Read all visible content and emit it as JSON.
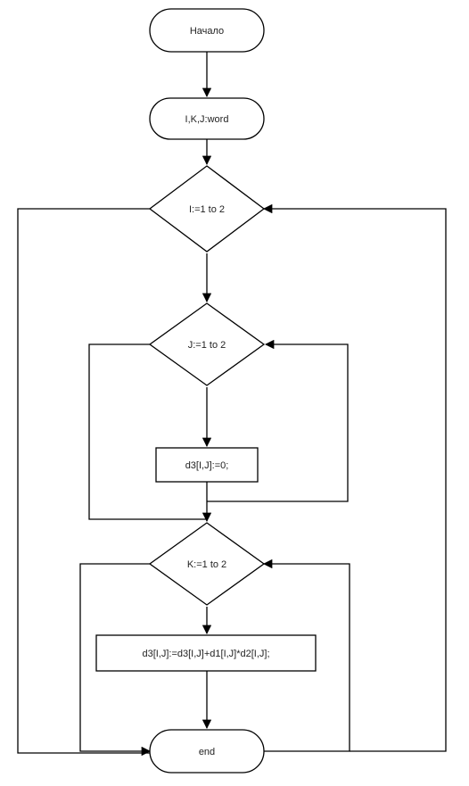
{
  "diagram": {
    "nodes": {
      "start": "Начало",
      "vars": "I,K,J:word",
      "loop_i": "I:=1 to 2",
      "loop_j": "J:=1 to 2",
      "init": "d3[I,J]:=0;",
      "loop_k": "K:=1 to 2",
      "calc": "d3[I,J]:=d3[I,J]+d1[I,J]*d2[I,J];",
      "end": "end"
    }
  }
}
